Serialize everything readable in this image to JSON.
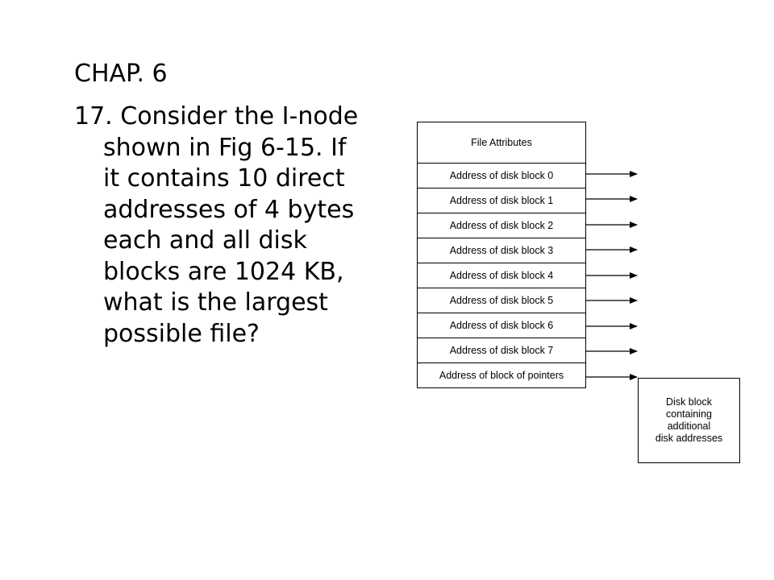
{
  "heading": "CHAP. 6",
  "question": {
    "lines": [
      "17. Consider the I-node",
      "shown in Fig 6-15. If",
      "it contains 10 direct",
      "addresses of 4 bytes",
      "each and all disk",
      "blocks are 1024 KB,",
      "what is the largest",
      "possible file?"
    ]
  },
  "inode": {
    "attributes": "File Attributes",
    "slots": [
      "Address of disk block 0",
      "Address of disk block 1",
      "Address of disk block 2",
      "Address of disk block 3",
      "Address of disk block 4",
      "Address of disk block 5",
      "Address of disk block 6",
      "Address of disk block 7",
      "Address of block of pointers"
    ]
  },
  "indirect_block": {
    "lines": [
      "Disk block",
      "containing",
      "additional",
      "disk addresses"
    ]
  }
}
